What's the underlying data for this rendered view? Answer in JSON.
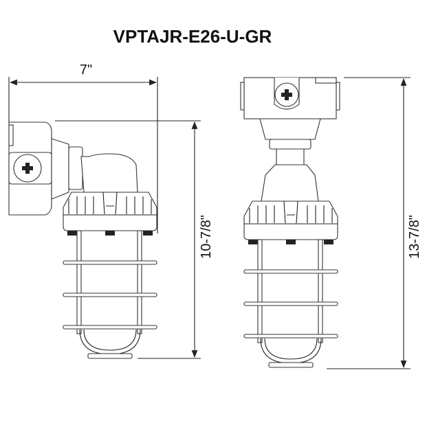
{
  "title": "VPTAJR-E26-U-GR",
  "dimensions": {
    "width_side": "7\"",
    "height_side": "10-7/8\"",
    "height_front": "13-7/8\""
  },
  "colors": {
    "line": "#222222",
    "background": "#ffffff"
  }
}
